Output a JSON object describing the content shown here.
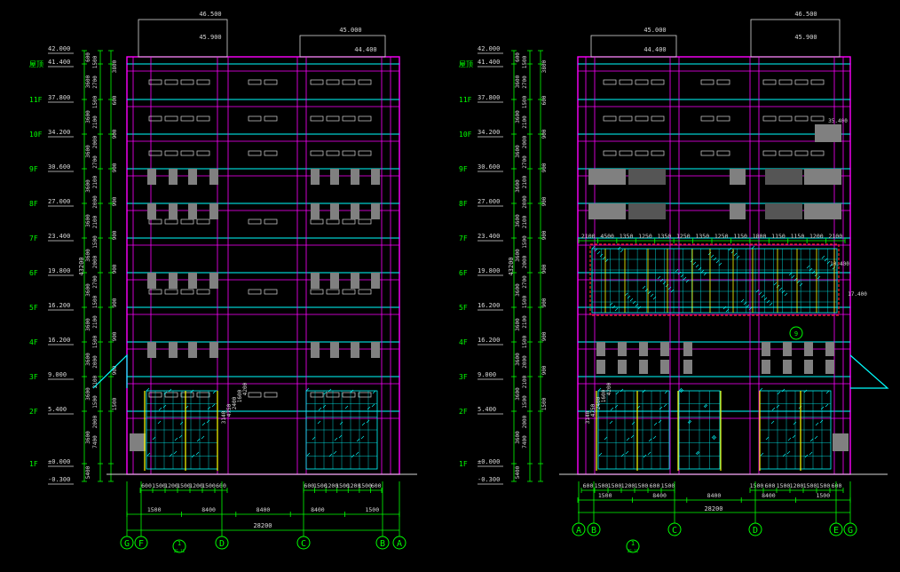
{
  "colors": {
    "background": "#000000",
    "outline": "#ff00ff",
    "floor_line": "#00ffff",
    "white_line": "#d8d8d8",
    "grey_line": "#9a9a9a",
    "dimension": "#00ff00",
    "level_label": "#00ff00",
    "text": "#d8d8d8",
    "yellow": "#ffff00",
    "red": "#ff2020",
    "panel": "#808080",
    "cyan": "#00ffff"
  },
  "left_elevation": {
    "top_label_upper": "46.500",
    "top_label_lower": "45.900",
    "top_right_upper": "45.000",
    "top_right_lower": "44.400",
    "axes": [
      {
        "id": "G",
        "label": "G"
      },
      {
        "id": "F",
        "label": "F"
      },
      {
        "id": "D",
        "label": "D"
      },
      {
        "id": "C",
        "label": "C"
      },
      {
        "id": "B",
        "label": "B"
      },
      {
        "id": "A",
        "label": "A"
      }
    ],
    "bottom_dims_row1": [
      "1500",
      "8400",
      "8400",
      "8400",
      "1500"
    ],
    "bottom_total": "28200",
    "bottom_dims_row0": [
      "600",
      "1500",
      "1200",
      "1500",
      "1200",
      "1500",
      "600",
      "600",
      "1500",
      "1200",
      "1500",
      "1200",
      "1500",
      "600"
    ],
    "section_marker": "1",
    "section_sub": "ZS-11",
    "mid_labels": [
      "3140",
      "4750",
      "2400",
      "1600",
      "4200"
    ]
  },
  "right_elevation": {
    "top_label_upper": "46.500",
    "top_label_lower": "45.900",
    "top_left_upper": "45.000",
    "top_left_lower": "44.400",
    "side_label": "35.400",
    "side_label2": "17.400",
    "side_label3": "10.400",
    "axes": [
      {
        "id": "A",
        "label": "A"
      },
      {
        "id": "B",
        "label": "B"
      },
      {
        "id": "C",
        "label": "C"
      },
      {
        "id": "D",
        "label": "D"
      },
      {
        "id": "E",
        "label": "E"
      },
      {
        "id": "G",
        "label": "G"
      }
    ],
    "bottom_dims_row1": [
      "1500",
      "8400",
      "8400",
      "8400",
      "1500"
    ],
    "bottom_total": "28200",
    "bottom_dims_row0": [
      "600",
      "1500",
      "1500",
      "1200",
      "1500",
      "600",
      "1500",
      "1500",
      "600",
      "1500",
      "1200",
      "1500",
      "1500",
      "600"
    ],
    "section_marker": "1",
    "section_sub": "ZS-11",
    "detail_marker": "9",
    "band_dims": [
      "2100",
      "4500",
      "1350",
      "1250",
      "1350",
      "1250",
      "1350",
      "1250",
      "1150",
      "1800",
      "1150",
      "1150",
      "1200",
      "2100"
    ],
    "mid_labels": [
      "3140",
      "4750",
      "2400",
      "1600",
      "4200"
    ]
  },
  "levels": [
    {
      "floor": "",
      "elev": "42.000"
    },
    {
      "floor": "屋顶",
      "elev": "41.400"
    },
    {
      "floor": "11F",
      "elev": "37.800"
    },
    {
      "floor": "10F",
      "elev": "34.200"
    },
    {
      "floor": "9F",
      "elev": "30.600"
    },
    {
      "floor": "8F",
      "elev": "27.000"
    },
    {
      "floor": "7F",
      "elev": "23.400"
    },
    {
      "floor": "6F",
      "elev": "19.800"
    },
    {
      "floor": "5F",
      "elev": "16.200"
    },
    {
      "floor": "4F",
      "elev": "16.200"
    },
    {
      "floor": "3F",
      "elev": "9.000"
    },
    {
      "floor": "2F",
      "elev": "5.400"
    },
    {
      "floor": "1F",
      "elev": "±0.000"
    },
    {
      "floor": "",
      "elev": "-0.300"
    }
  ],
  "vertical_dims_col1": [
    "600",
    "3600",
    "3600",
    "3600",
    "3600",
    "3600",
    "3600",
    "3600",
    "3600",
    "3600",
    "3600",
    "3600",
    "5400",
    "300"
  ],
  "vertical_dims_col2": [
    "1500",
    "2700",
    "1500",
    "2100",
    "2000",
    "2700",
    "2100",
    "2000",
    "2100",
    "1500",
    "2000",
    "2700",
    "1500",
    "2100",
    "1500",
    "2000",
    "2100",
    "1500",
    "2000",
    "7400"
  ],
  "vertical_dims_col3": [
    "3800",
    "600",
    "900",
    "900",
    "900",
    "900",
    "900",
    "900",
    "900",
    "900",
    "1500"
  ],
  "total_height": "43200"
}
